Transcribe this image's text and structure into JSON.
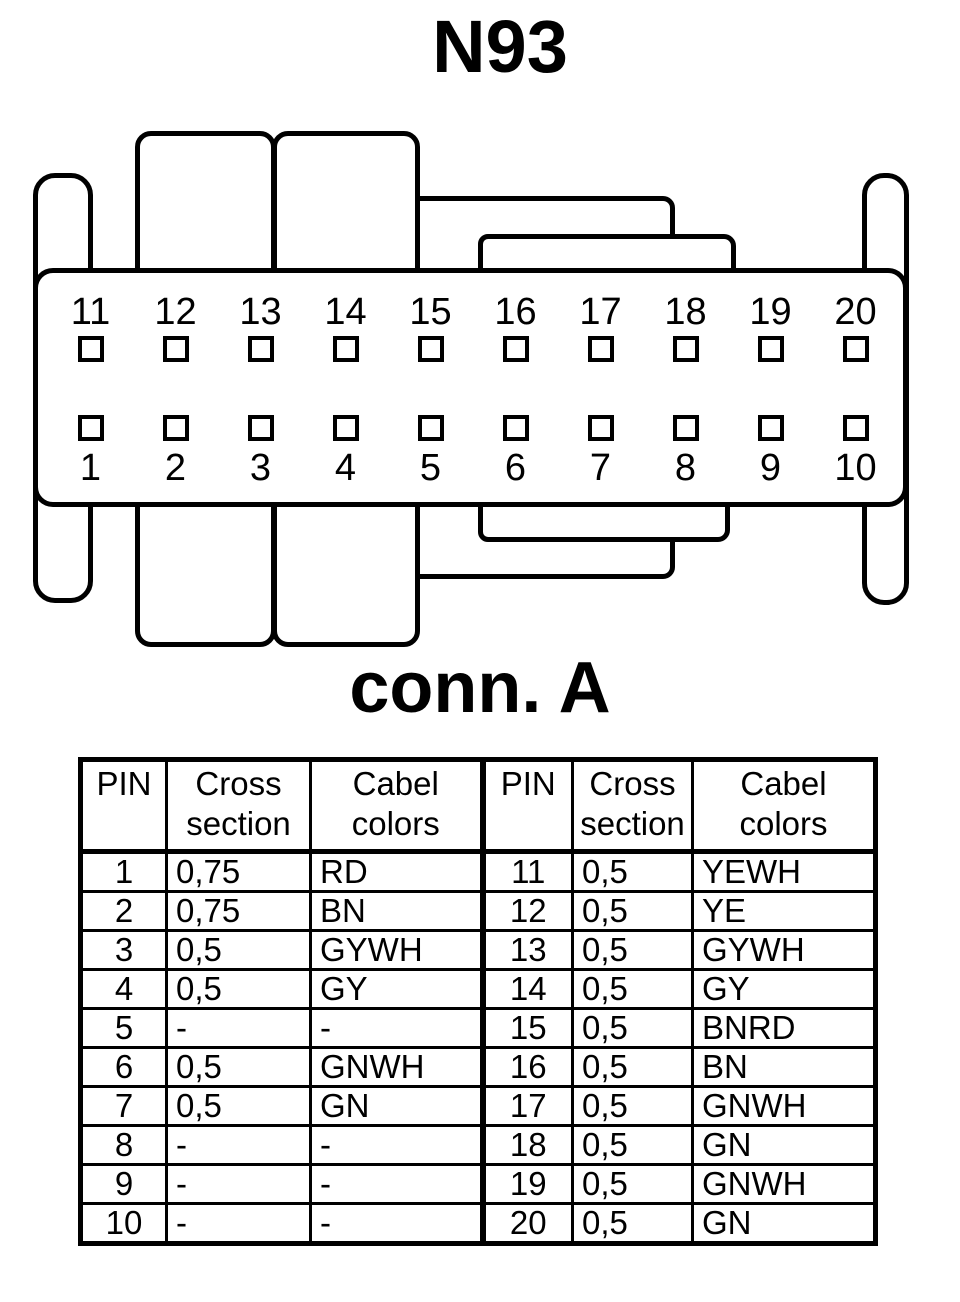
{
  "titles": {
    "component": "N93",
    "connector_label": "conn. A"
  },
  "colors": {
    "ink": "#000000",
    "paper": "#ffffff"
  },
  "connector": {
    "pin_rows": {
      "top": [
        "11",
        "12",
        "13",
        "14",
        "15",
        "16",
        "17",
        "18",
        "19",
        "20"
      ],
      "bottom": [
        "1",
        "2",
        "3",
        "4",
        "5",
        "6",
        "7",
        "8",
        "9",
        "10"
      ]
    }
  },
  "pin_table": {
    "headers": {
      "pin": "PIN",
      "cross_section": "Cross section",
      "cable_colors": "Cabel colors"
    },
    "rows": [
      {
        "pin": "1",
        "cross_section": "0,75",
        "cable_color": "RD"
      },
      {
        "pin": "2",
        "cross_section": "0,75",
        "cable_color": "BN"
      },
      {
        "pin": "3",
        "cross_section": "0,5",
        "cable_color": "GYWH"
      },
      {
        "pin": "4",
        "cross_section": "0,5",
        "cable_color": "GY"
      },
      {
        "pin": "5",
        "cross_section": "-",
        "cable_color": "-"
      },
      {
        "pin": "6",
        "cross_section": "0,5",
        "cable_color": "GNWH"
      },
      {
        "pin": "7",
        "cross_section": "0,5",
        "cable_color": "GN"
      },
      {
        "pin": "8",
        "cross_section": "-",
        "cable_color": "-"
      },
      {
        "pin": "9",
        "cross_section": "-",
        "cable_color": "-"
      },
      {
        "pin": "10",
        "cross_section": "-",
        "cable_color": "-"
      },
      {
        "pin": "11",
        "cross_section": "0,5",
        "cable_color": "YEWH"
      },
      {
        "pin": "12",
        "cross_section": "0,5",
        "cable_color": "YE"
      },
      {
        "pin": "13",
        "cross_section": "0,5",
        "cable_color": "GYWH"
      },
      {
        "pin": "14",
        "cross_section": "0,5",
        "cable_color": "GY"
      },
      {
        "pin": "15",
        "cross_section": "0,5",
        "cable_color": "BNRD"
      },
      {
        "pin": "16",
        "cross_section": "0,5",
        "cable_color": "BN"
      },
      {
        "pin": "17",
        "cross_section": "0,5",
        "cable_color": "GNWH"
      },
      {
        "pin": "18",
        "cross_section": "0,5",
        "cable_color": "GN"
      },
      {
        "pin": "19",
        "cross_section": "0,5",
        "cable_color": "GNWH"
      },
      {
        "pin": "20",
        "cross_section": "0,5",
        "cable_color": "GN"
      }
    ]
  }
}
